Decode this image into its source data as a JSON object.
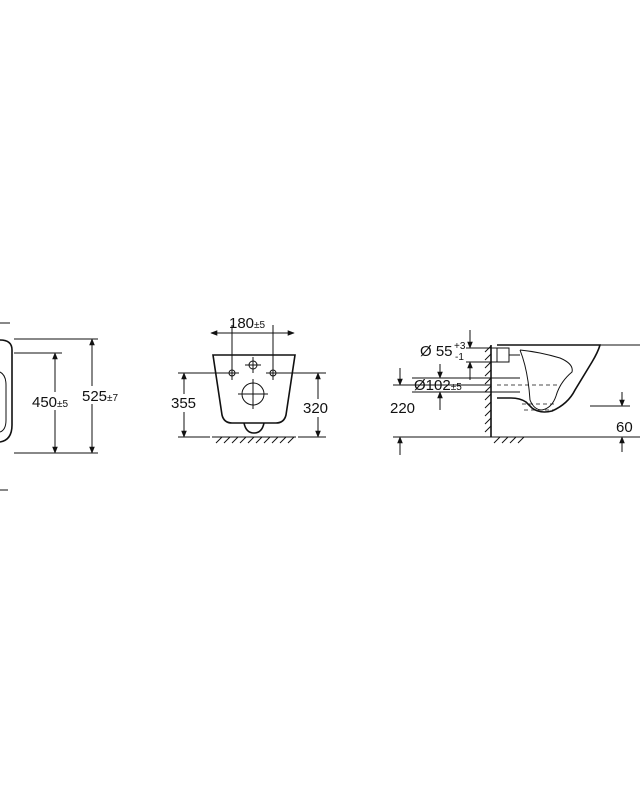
{
  "top_view": {
    "width_main": "450",
    "width_main_tol": "±5",
    "width_total": "525",
    "width_total_tol": "±7"
  },
  "front_view": {
    "hole_spacing": "180",
    "hole_spacing_tol": "±5",
    "height_left": "355",
    "height_right": "320"
  },
  "side_view": {
    "inlet_dia_prefix": "Ø 55",
    "inlet_tol_plus": "+3",
    "inlet_tol_minus": "-1",
    "outlet_dia": "Ø102",
    "outlet_tol": "±5",
    "outlet_height": "220",
    "depth_small": "60"
  }
}
